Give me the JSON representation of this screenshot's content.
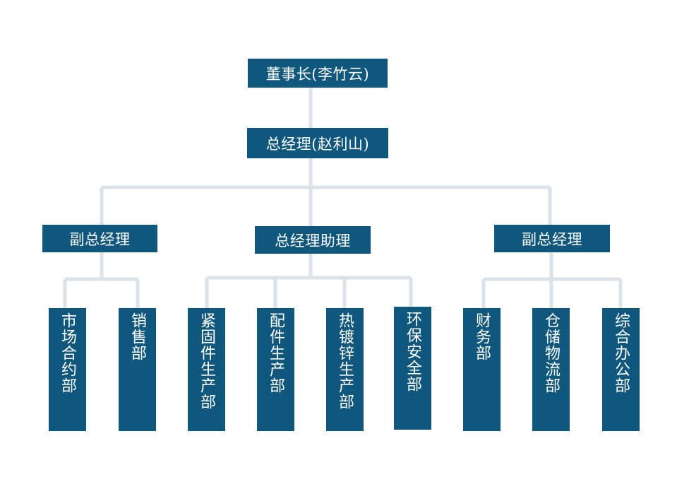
{
  "chairman": "董事长(李竹云)",
  "general_manager": "总经理(赵利山)",
  "level2": {
    "left": "副总经理",
    "center": "总经理助理",
    "right": "副总经理"
  },
  "departments": {
    "market_contract": "市场合约部",
    "sales": "销售部",
    "fastener_production": "紧固件生产部",
    "parts_production": "配件生产部",
    "galvanizing_production": "热镀锌生产部",
    "env_safety": "环保安全部",
    "finance": "财务部",
    "warehouse_logistics": "仓储物流部",
    "general_office": "综合办公部"
  },
  "colors": {
    "box": "#10577d",
    "connector": "#dbe3e8"
  }
}
